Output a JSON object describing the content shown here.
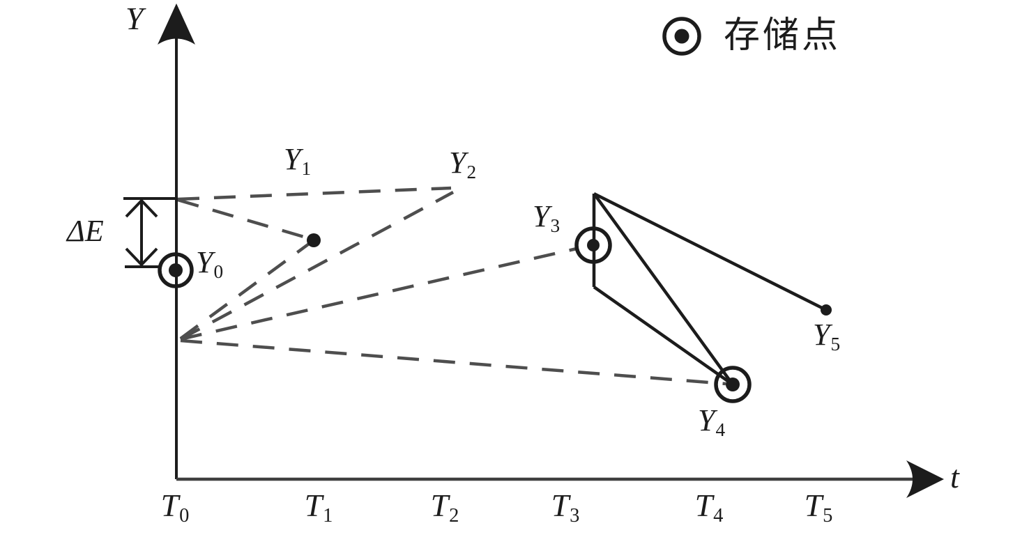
{
  "legend": {
    "symbol": "circled-dot-icon",
    "label": "存储点"
  },
  "axis": {
    "y_label": "Y",
    "t_label": "t"
  },
  "tolerance_label": "ΔE",
  "point_labels": [
    {
      "base": "Y",
      "sub": "0"
    },
    {
      "base": "Y",
      "sub": "1"
    },
    {
      "base": "Y",
      "sub": "2"
    },
    {
      "base": "Y",
      "sub": "3"
    },
    {
      "base": "Y",
      "sub": "4"
    },
    {
      "base": "Y",
      "sub": "5"
    }
  ],
  "time_labels": [
    {
      "base": "T",
      "sub": "0"
    },
    {
      "base": "T",
      "sub": "1"
    },
    {
      "base": "T",
      "sub": "2"
    },
    {
      "base": "T",
      "sub": "3"
    },
    {
      "base": "T",
      "sub": "4"
    },
    {
      "base": "T",
      "sub": "5"
    }
  ],
  "colors": {
    "ink": "#1c1c1c",
    "dashed_gray": "#4e4e4e",
    "x_axis_gray": "#3f3f3f"
  },
  "diagram_data": {
    "type": "schematic-plot",
    "title": "",
    "x_ticks": [
      "T0",
      "T1",
      "T2",
      "T3",
      "T4",
      "T5"
    ],
    "points": [
      {
        "name": "Y0",
        "t": "T0",
        "marker": "circled-dot",
        "is_storage_point": true
      },
      {
        "name": "Y1",
        "t": "T1",
        "marker": "dot",
        "is_storage_point": false
      },
      {
        "name": "Y2",
        "t": "T2",
        "marker": "none",
        "is_storage_point": false
      },
      {
        "name": "Y3",
        "t": "T3",
        "marker": "circled-dot",
        "is_storage_point": true
      },
      {
        "name": "Y4",
        "t": "T4",
        "marker": "circled-dot",
        "is_storage_point": true
      },
      {
        "name": "Y5",
        "t": "T5",
        "marker": "dot",
        "is_storage_point": false
      }
    ],
    "tolerance_band": {
      "label": "ΔE",
      "shown_at": "Y0 with double-headed arrow between Y0 and Y0+ΔE"
    },
    "dashed_rays": [
      {
        "from": "upper pivot at Y0+ΔE on T0 axis",
        "to": "Y1"
      },
      {
        "from": "upper pivot at Y0+ΔE on T0 axis",
        "to": "Y2"
      },
      {
        "from": "lower pivot at Y0-ΔE near T0 axis",
        "to": "Y1"
      },
      {
        "from": "lower pivot at Y0-ΔE near T0 axis",
        "to": "Y2"
      },
      {
        "from": "lower pivot at Y0-ΔE near T0 axis",
        "to": "Y3"
      },
      {
        "from": "lower pivot at Y0-ΔE near T0 axis",
        "to": "Y4"
      }
    ],
    "solid_segments": [
      {
        "from": "top of vertical segment at T3 (above Y3)",
        "to": "bottom of vertical segment at T3 (below Y3)"
      },
      {
        "from": "top of vertical segment at T3",
        "to": "Y5"
      },
      {
        "from": "top of vertical segment at T3",
        "to": "Y4"
      },
      {
        "from": "bottom of vertical segment at T3",
        "to": "Y4"
      }
    ],
    "legend": [
      {
        "marker": "circled-dot",
        "meaning": "存储点"
      }
    ]
  }
}
